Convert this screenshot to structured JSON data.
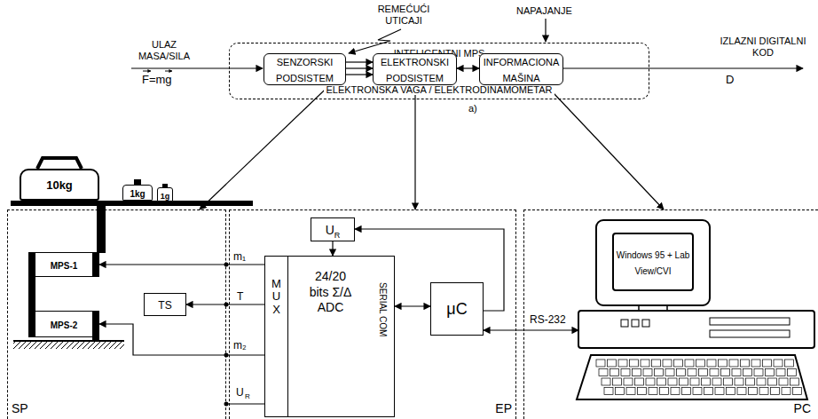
{
  "diagram": {
    "nodes": [
      {
        "text": [
          "INTELIGENTNI MPS",
          "ELEKTRONSKA VAGA / ELEKTRODINAMOMETAR"
        ]
      },
      {
        "text": [
          "SENZORSKI PODSISTEM"
        ],
        "in": 0
      },
      {
        "text": [
          "ELEKTRONSKI PODSISTEM"
        ],
        "in": 0
      },
      {
        "text": [
          "INFORMACIONA MAŠINA"
        ],
        "in": 0
      },
      {
        "text": [
          "10kg"
        ]
      },
      {
        "text": [
          "1kg"
        ]
      },
      {
        "text": [
          "1g"
        ]
      },
      {
        "text": [
          "SP"
        ]
      },
      {
        "text": [
          "MPS-1"
        ],
        "in": 7
      },
      {
        "text": [
          "MPS-2"
        ],
        "in": 7
      },
      {
        "text": [
          "TS"
        ],
        "in": 7
      },
      {
        "text": [
          "EP"
        ]
      },
      {
        "text": [
          "U",
          "R"
        ],
        "in": 11
      },
      {
        "text": [
          "MUX",
          "24/20 bits Σ/Δ ADC",
          "SERIAL COM"
        ],
        "in": 11
      },
      {
        "text": [
          "μC"
        ],
        "in": 11
      },
      {
        "text": [
          "PC"
        ]
      },
      {
        "text": [
          "Windows 95 + Lab View/CVI"
        ],
        "in": 15
      }
    ],
    "edges": [
      {
        "from": 1,
        "to": 2,
        "arrow": "to"
      },
      {
        "from": 1,
        "to": 2,
        "arrow": "to"
      },
      {
        "from": 1,
        "to": 2,
        "arrow": "to"
      },
      {
        "from": 2,
        "to": 3,
        "arrow": "both"
      },
      {
        "from": 1,
        "to": 7,
        "arrow": "to"
      },
      {
        "from": 2,
        "to": 11,
        "arrow": "to"
      },
      {
        "from": 3,
        "to": 15,
        "arrow": "to"
      },
      {
        "from": 13,
        "to": 8,
        "arrow": "to",
        "label": "m₁"
      },
      {
        "from": 13,
        "to": 10,
        "arrow": "to",
        "label": "T"
      },
      {
        "from": 13,
        "to": 9,
        "arrow": "to",
        "label": "m₂"
      },
      {
        "from": 12,
        "to": 13,
        "arrow": "to"
      },
      {
        "from": 13,
        "to": 14,
        "arrow": "both"
      },
      {
        "from": 14,
        "to": 12,
        "arrow": "to"
      },
      {
        "from": 14,
        "to": 15,
        "arrow": "both",
        "label": "RS-232"
      }
    ],
    "labels": [
      "REMEĆUĆI UTICAJI",
      "NAPAJANJE",
      "ULAZ MASA/SILA",
      "F=mg",
      "IZLAZNI DIGITALNI KOD",
      "D",
      "a)",
      "U",
      "R"
    ]
  }
}
